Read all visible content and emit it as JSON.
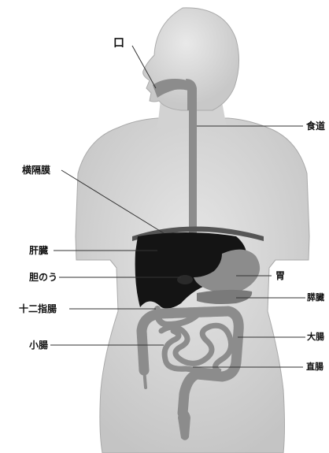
{
  "labels": {
    "mouth": "口",
    "esophagus": "食道",
    "diaphragm": "横隔膜",
    "liver": "肝臓",
    "gallbladder": "胆のう",
    "stomach": "胃",
    "pancreas": "膵臓",
    "duodenum": "十二指腸",
    "small_intestine": "小腸",
    "large_intestine": "大腸",
    "rectum": "直腸"
  },
  "colors": {
    "body_fill": "#d6d6d6",
    "body_outline": "#aaaaaa",
    "digestive_tract": "#8c8c8c",
    "liver": "#141414",
    "leader_line": "#333333"
  }
}
